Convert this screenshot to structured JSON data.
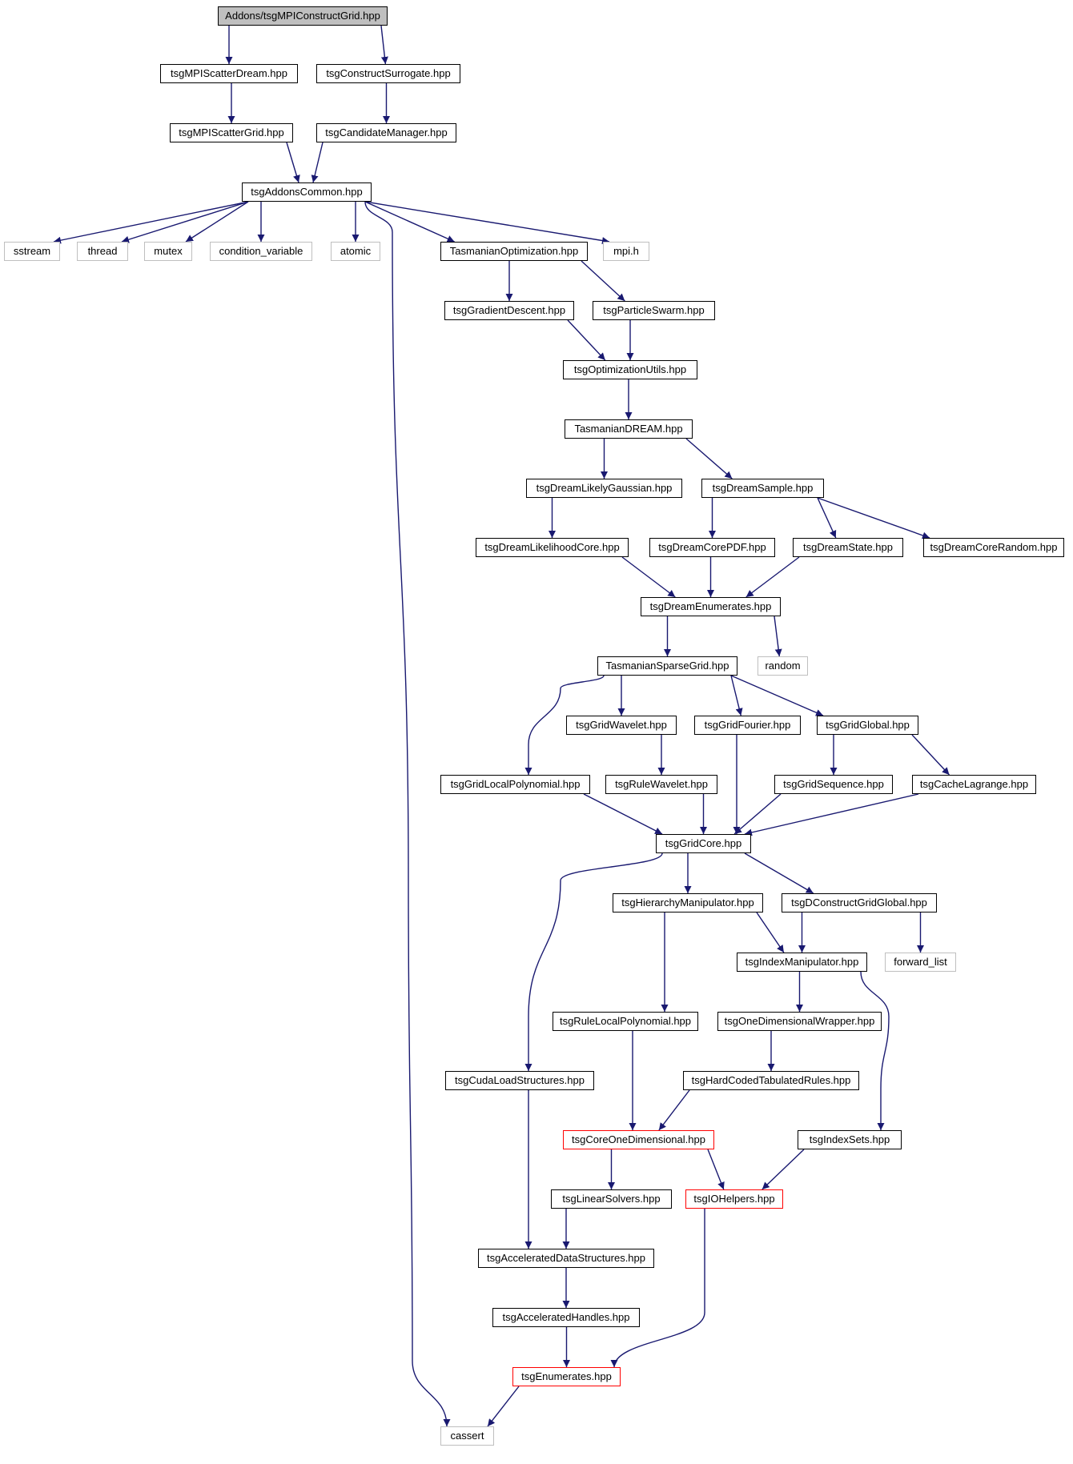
{
  "colors": {
    "edge": "#191970",
    "current_fill": "#bfbfbf",
    "normal_border": "#000000",
    "external_border": "#bfbfbf",
    "truncated_border": "#ff0000"
  },
  "nodes": [
    {
      "id": "root",
      "label": "Addons/tsgMPIConstructGrid.hpp",
      "kind": "current"
    },
    {
      "id": "scatterdream",
      "label": "tsgMPIScatterDream.hpp",
      "kind": "normal"
    },
    {
      "id": "constructsurrogate",
      "label": "tsgConstructSurrogate.hpp",
      "kind": "normal"
    },
    {
      "id": "scattergrid",
      "label": "tsgMPIScatterGrid.hpp",
      "kind": "normal"
    },
    {
      "id": "candidatemanager",
      "label": "tsgCandidateManager.hpp",
      "kind": "normal"
    },
    {
      "id": "addonscommon",
      "label": "tsgAddonsCommon.hpp",
      "kind": "normal"
    },
    {
      "id": "sstream",
      "label": "sstream",
      "kind": "external"
    },
    {
      "id": "thread",
      "label": "thread",
      "kind": "external"
    },
    {
      "id": "mutex",
      "label": "mutex",
      "kind": "external"
    },
    {
      "id": "condvar",
      "label": "condition_variable",
      "kind": "external"
    },
    {
      "id": "atomic",
      "label": "atomic",
      "kind": "external"
    },
    {
      "id": "tasopt",
      "label": "TasmanianOptimization.hpp",
      "kind": "normal"
    },
    {
      "id": "mpih",
      "label": "mpi.h",
      "kind": "external"
    },
    {
      "id": "graddesc",
      "label": "tsgGradientDescent.hpp",
      "kind": "normal"
    },
    {
      "id": "pswarm",
      "label": "tsgParticleSwarm.hpp",
      "kind": "normal"
    },
    {
      "id": "optutils",
      "label": "tsgOptimizationUtils.hpp",
      "kind": "normal"
    },
    {
      "id": "tasdream",
      "label": "TasmanianDREAM.hpp",
      "kind": "normal"
    },
    {
      "id": "likelygauss",
      "label": "tsgDreamLikelyGaussian.hpp",
      "kind": "normal"
    },
    {
      "id": "dreamsample",
      "label": "tsgDreamSample.hpp",
      "kind": "normal"
    },
    {
      "id": "likelihoodcore",
      "label": "tsgDreamLikelihoodCore.hpp",
      "kind": "normal"
    },
    {
      "id": "corepdf",
      "label": "tsgDreamCorePDF.hpp",
      "kind": "normal"
    },
    {
      "id": "dreamstate",
      "label": "tsgDreamState.hpp",
      "kind": "normal"
    },
    {
      "id": "corerandom",
      "label": "tsgDreamCoreRandom.hpp",
      "kind": "normal"
    },
    {
      "id": "dreamenums",
      "label": "tsgDreamEnumerates.hpp",
      "kind": "normal"
    },
    {
      "id": "tassparse",
      "label": "TasmanianSparseGrid.hpp",
      "kind": "normal"
    },
    {
      "id": "random",
      "label": "random",
      "kind": "external"
    },
    {
      "id": "gridwavelet",
      "label": "tsgGridWavelet.hpp",
      "kind": "normal"
    },
    {
      "id": "gridfourier",
      "label": "tsgGridFourier.hpp",
      "kind": "normal"
    },
    {
      "id": "gridglobal",
      "label": "tsgGridGlobal.hpp",
      "kind": "normal"
    },
    {
      "id": "gridlocalpoly",
      "label": "tsgGridLocalPolynomial.hpp",
      "kind": "normal"
    },
    {
      "id": "rulewavelet",
      "label": "tsgRuleWavelet.hpp",
      "kind": "normal"
    },
    {
      "id": "gridsequence",
      "label": "tsgGridSequence.hpp",
      "kind": "normal"
    },
    {
      "id": "cachelagrange",
      "label": "tsgCacheLagrange.hpp",
      "kind": "normal"
    },
    {
      "id": "gridcore",
      "label": "tsgGridCore.hpp",
      "kind": "normal"
    },
    {
      "id": "hiermanip",
      "label": "tsgHierarchyManipulator.hpp",
      "kind": "normal"
    },
    {
      "id": "dconstruct",
      "label": "tsgDConstructGridGlobal.hpp",
      "kind": "normal"
    },
    {
      "id": "indexmanip",
      "label": "tsgIndexManipulator.hpp",
      "kind": "normal"
    },
    {
      "id": "forwardlist",
      "label": "forward_list",
      "kind": "external"
    },
    {
      "id": "rulelocalpoly",
      "label": "tsgRuleLocalPolynomial.hpp",
      "kind": "normal"
    },
    {
      "id": "onedimwrap",
      "label": "tsgOneDimensionalWrapper.hpp",
      "kind": "normal"
    },
    {
      "id": "cudaload",
      "label": "tsgCudaLoadStructures.hpp",
      "kind": "normal"
    },
    {
      "id": "hardcoded",
      "label": "tsgHardCodedTabulatedRules.hpp",
      "kind": "normal"
    },
    {
      "id": "coreonedim",
      "label": "tsgCoreOneDimensional.hpp",
      "kind": "truncated"
    },
    {
      "id": "indexsets",
      "label": "tsgIndexSets.hpp",
      "kind": "normal"
    },
    {
      "id": "linsolvers",
      "label": "tsgLinearSolvers.hpp",
      "kind": "normal"
    },
    {
      "id": "iohelpers",
      "label": "tsgIOHelpers.hpp",
      "kind": "truncated"
    },
    {
      "id": "accdata",
      "label": "tsgAcceleratedDataStructures.hpp",
      "kind": "normal"
    },
    {
      "id": "acchandles",
      "label": "tsgAcceleratedHandles.hpp",
      "kind": "normal"
    },
    {
      "id": "enumerates",
      "label": "tsgEnumerates.hpp",
      "kind": "truncated"
    },
    {
      "id": "cassert",
      "label": "cassert",
      "kind": "external"
    }
  ],
  "edges": [
    [
      "root",
      "scatterdream"
    ],
    [
      "root",
      "constructsurrogate"
    ],
    [
      "scatterdream",
      "scattergrid"
    ],
    [
      "constructsurrogate",
      "candidatemanager"
    ],
    [
      "scattergrid",
      "addonscommon"
    ],
    [
      "candidatemanager",
      "addonscommon"
    ],
    [
      "addonscommon",
      "sstream"
    ],
    [
      "addonscommon",
      "thread"
    ],
    [
      "addonscommon",
      "mutex"
    ],
    [
      "addonscommon",
      "condvar"
    ],
    [
      "addonscommon",
      "atomic"
    ],
    [
      "addonscommon",
      "tasopt"
    ],
    [
      "addonscommon",
      "mpih"
    ],
    [
      "addonscommon",
      "cassert"
    ],
    [
      "tasopt",
      "graddesc"
    ],
    [
      "tasopt",
      "pswarm"
    ],
    [
      "graddesc",
      "optutils"
    ],
    [
      "pswarm",
      "optutils"
    ],
    [
      "optutils",
      "tasdream"
    ],
    [
      "tasdream",
      "likelygauss"
    ],
    [
      "tasdream",
      "dreamsample"
    ],
    [
      "likelygauss",
      "likelihoodcore"
    ],
    [
      "dreamsample",
      "corepdf"
    ],
    [
      "dreamsample",
      "dreamstate"
    ],
    [
      "dreamsample",
      "corerandom"
    ],
    [
      "likelihoodcore",
      "dreamenums"
    ],
    [
      "corepdf",
      "dreamenums"
    ],
    [
      "dreamstate",
      "dreamenums"
    ],
    [
      "dreamenums",
      "tassparse"
    ],
    [
      "dreamenums",
      "random"
    ],
    [
      "tassparse",
      "gridwavelet"
    ],
    [
      "tassparse",
      "gridfourier"
    ],
    [
      "tassparse",
      "gridglobal"
    ],
    [
      "tassparse",
      "gridlocalpoly"
    ],
    [
      "gridwavelet",
      "rulewavelet"
    ],
    [
      "gridglobal",
      "gridsequence"
    ],
    [
      "gridglobal",
      "cachelagrange"
    ],
    [
      "gridlocalpoly",
      "gridcore"
    ],
    [
      "rulewavelet",
      "gridcore"
    ],
    [
      "gridfourier",
      "gridcore"
    ],
    [
      "gridsequence",
      "gridcore"
    ],
    [
      "cachelagrange",
      "gridcore"
    ],
    [
      "gridcore",
      "hiermanip"
    ],
    [
      "gridcore",
      "dconstruct"
    ],
    [
      "gridcore",
      "cudaload"
    ],
    [
      "hiermanip",
      "indexmanip"
    ],
    [
      "hiermanip",
      "rulelocalpoly"
    ],
    [
      "dconstruct",
      "indexmanip"
    ],
    [
      "dconstruct",
      "forwardlist"
    ],
    [
      "indexmanip",
      "onedimwrap"
    ],
    [
      "indexmanip",
      "indexsets"
    ],
    [
      "onedimwrap",
      "hardcoded"
    ],
    [
      "rulelocalpoly",
      "coreonedim"
    ],
    [
      "hardcoded",
      "coreonedim"
    ],
    [
      "coreonedim",
      "linsolvers"
    ],
    [
      "coreonedim",
      "iohelpers"
    ],
    [
      "indexsets",
      "iohelpers"
    ],
    [
      "cudaload",
      "accdata"
    ],
    [
      "linsolvers",
      "accdata"
    ],
    [
      "accdata",
      "acchandles"
    ],
    [
      "acchandles",
      "enumerates"
    ],
    [
      "iohelpers",
      "enumerates"
    ],
    [
      "enumerates",
      "cassert"
    ]
  ]
}
